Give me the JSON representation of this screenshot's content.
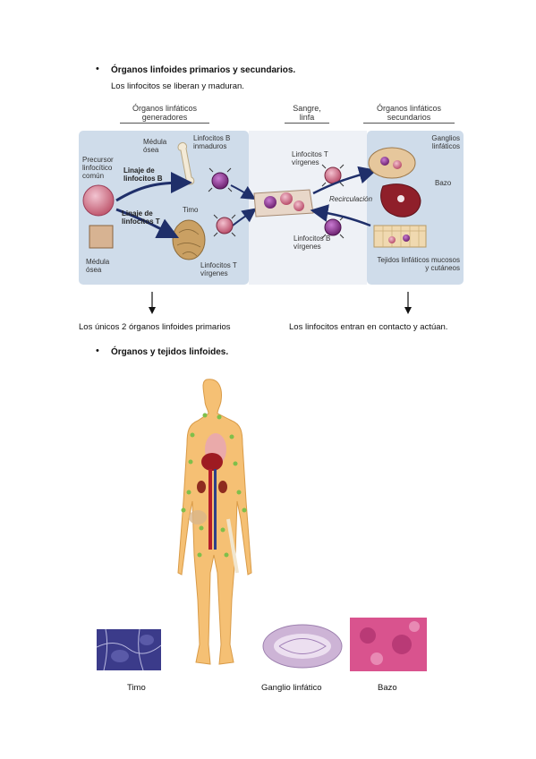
{
  "section1": {
    "bullet": "•",
    "title": "Órganos linfoides primarios y secundarios.",
    "subtitle": "Los linfocitos se liberan y maduran."
  },
  "diagram": {
    "header_generators": "Órganos linfáticos generadores",
    "header_blood": "Sangre, linfa",
    "header_secondary": "Órganos linfáticos secundarios",
    "precursor": "Precursor linfocítico común",
    "medula_osea_top": "Médula ósea",
    "linfocitos_b_inmaduros": "Linfocitos B inmaduros",
    "linaje_b": "Linaje de linfocitos B",
    "linaje_t": "Linaje de linfocitos T",
    "timo": "Timo",
    "medula_osea_bottom": "Médula ósea",
    "linfocitos_t_virgenes_bottom": "Linfocitos T vírgenes",
    "linfocitos_t_virgenes_top": "Linfocitos T vírgenes",
    "recirculacion": "Recirculación",
    "linfocitos_b_virgenes": "Linfocitos B vírgenes",
    "ganglios": "Ganglios linfáticos",
    "bazo": "Bazo",
    "tejidos": "Tejidos linfáticos mucosos y cutáneos"
  },
  "notes": {
    "left": "Los únicos 2 órganos linfoides primarios",
    "right": "Los linfocitos entran en contacto y actúan."
  },
  "section2": {
    "bullet": "•",
    "title": "Órganos y tejidos linfoides."
  },
  "captions": {
    "timo": "Timo",
    "ganglio": "Ganglio linfático",
    "bazo": "Bazo"
  }
}
